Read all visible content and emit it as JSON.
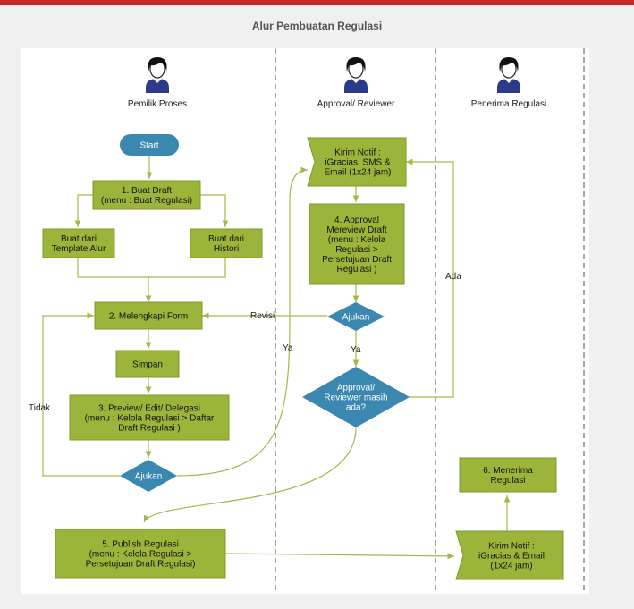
{
  "title": "Alur Pembuatan Regulasi",
  "lanes": [
    {
      "id": "pemilik",
      "label": "Pemilik Proses"
    },
    {
      "id": "approval",
      "label": "Approval/ Reviewer"
    },
    {
      "id": "penerima",
      "label": "Penerima Regulasi"
    }
  ],
  "nodes": {
    "start": {
      "lines": [
        "Start"
      ]
    },
    "buat_draft": {
      "lines": [
        "1. Buat Draft",
        "(menu : Buat Regulasi)"
      ]
    },
    "template": {
      "lines": [
        "Buat dari",
        "Template Alur"
      ]
    },
    "histori": {
      "lines": [
        "Buat dari",
        "Histori"
      ]
    },
    "melengkapi": {
      "lines": [
        "2. Melengkapi Form"
      ]
    },
    "simpan": {
      "lines": [
        "Simpan"
      ]
    },
    "preview": {
      "lines": [
        "3. Preview/ Edit/ Delegasi",
        "(menu : Kelola Regulasi > Daftar",
        "Draft Regulasi )"
      ]
    },
    "ajukan1": {
      "lines": [
        "Ajukan"
      ]
    },
    "publish": {
      "lines": [
        "5. Publish Regulasi",
        "(menu :  Kelola Regulasi >",
        "Persetujuan Draft Regulasi)"
      ]
    },
    "kirim1": {
      "lines": [
        "Kirim Notif :",
        "iGracias, SMS &",
        "Email (1x24 jam)"
      ]
    },
    "approval_review": {
      "lines": [
        "4. Approval",
        "Mereview Draft",
        "(menu : Kelola",
        "Regulasi >",
        "Persetujuan Draft",
        "Regulasi )"
      ]
    },
    "ajukan2": {
      "lines": [
        "Ajukan"
      ]
    },
    "masih_ada": {
      "lines": [
        "Approval/",
        "Reviewer masih",
        "ada?"
      ]
    },
    "menerima": {
      "lines": [
        "6. Menerima",
        "Regulasi"
      ]
    },
    "kirim2": {
      "lines": [
        "Kirim Notif :",
        "iGracias & Email",
        "(1x24 jam)"
      ]
    }
  },
  "edge_labels": {
    "revisi": "Revisi",
    "ya1": "Ya",
    "ya2": "Ya",
    "ada": "Ada",
    "tidak": "Tidak"
  },
  "colors": {
    "process_fill": "#9bb53a",
    "process_stroke": "#7f9a2a",
    "decision_fill": "#3a87b0",
    "start_fill": "#3a87b0",
    "connector": "#a3b84a",
    "lane_divider": "#888888",
    "accent_bar": "#c8282a"
  }
}
